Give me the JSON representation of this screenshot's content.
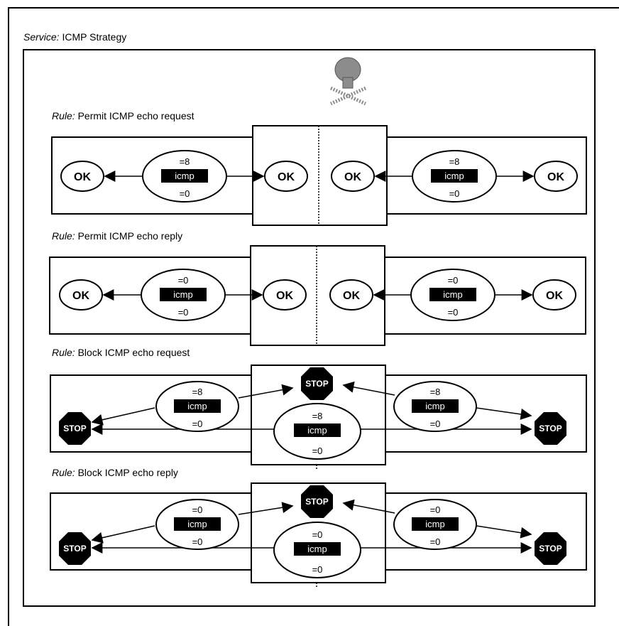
{
  "service": {
    "label": "Service:",
    "name": "ICMP Strategy"
  },
  "rules": [
    {
      "label": "Rule:",
      "name": "Permit ICMP echo request",
      "type_value": "=8",
      "code_value": "=0",
      "protocol": "icmp",
      "result": "OK"
    },
    {
      "label": "Rule:",
      "name": "Permit ICMP echo reply",
      "type_value": "=0",
      "code_value": "=0",
      "protocol": "icmp",
      "result": "OK"
    },
    {
      "label": "Rule:",
      "name": "Block ICMP echo request",
      "type_value": "=8",
      "code_value": "=0",
      "protocol": "icmp",
      "result": "STOP"
    },
    {
      "label": "Rule:",
      "name": "Block ICMP echo reply",
      "type_value": "=0",
      "code_value": "=0",
      "protocol": "icmp",
      "result": "STOP"
    }
  ],
  "icons": {
    "firewall_symbol": "skull-crossbones-icon",
    "permit_symbol": "ok-oval",
    "block_symbol": "stop-octagon"
  },
  "colors": {
    "ink": "#000000",
    "paper": "#ffffff",
    "symbol_fill": "#8c8c8c"
  }
}
